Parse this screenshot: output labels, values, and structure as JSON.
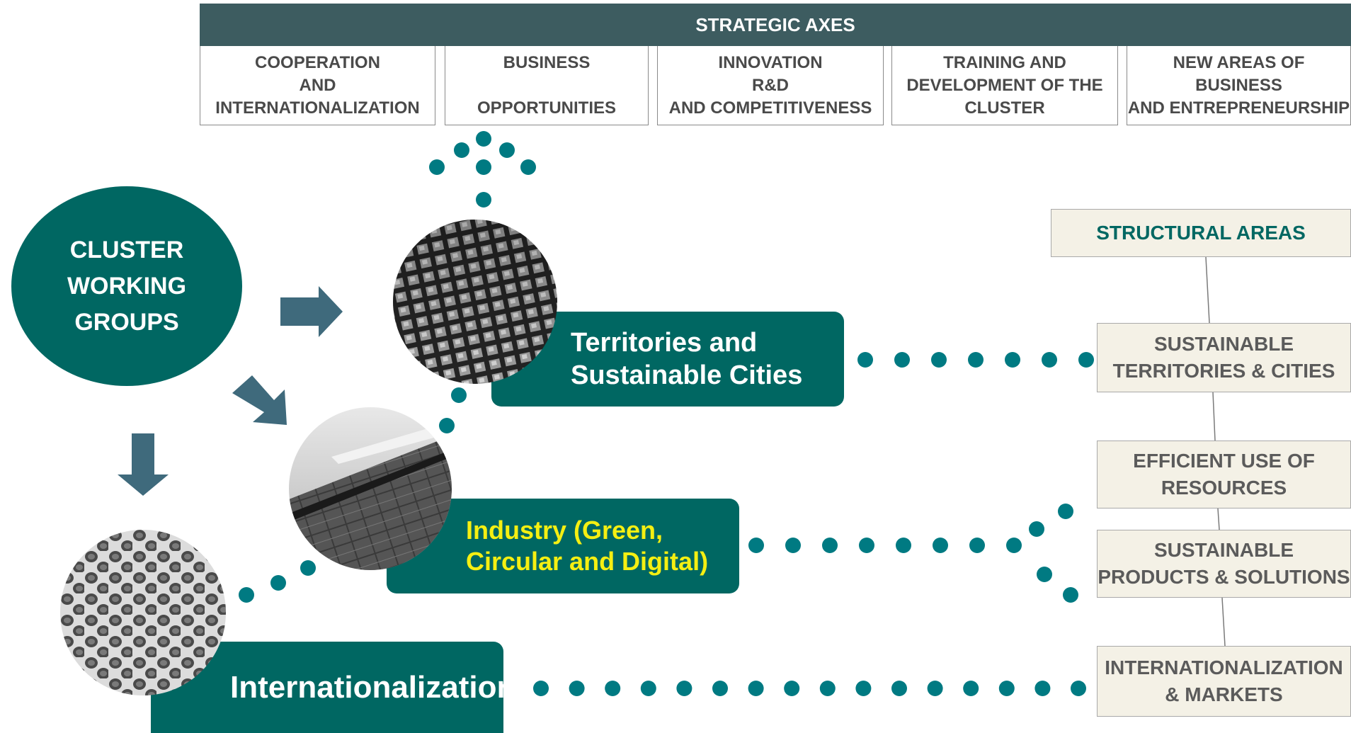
{
  "strategic_axes": {
    "title": "STRATEGIC AXES",
    "axes": [
      "COOPERATION\nAND\nINTERNATIONALIZATION",
      "BUSINESS\n\nOPPORTUNITIES",
      "INNOVATION\nR&D\nAND COMPETITIVENESS",
      "TRAINING AND\nDEVELOPMENT OF THE\nCLUSTER",
      "NEW AREAS OF BUSINESS\nAND ENTREPRENEURSHIP"
    ]
  },
  "cluster": {
    "label": "CLUSTER\nWORKING\nGROUPS"
  },
  "working_groups": [
    {
      "label": "Territories and\nSustainable Cities",
      "text_color": "#ffffff",
      "image_icon": "city-aerial-photo"
    },
    {
      "label": "Industry (Green,\nCircular and Digital)",
      "text_color": "#f5ef12",
      "image_icon": "solar-panel-photo"
    },
    {
      "label": "Internationalization",
      "text_color": "#ffffff",
      "image_icon": "honeycomb-photo"
    }
  ],
  "structural_areas": {
    "title": "STRUCTURAL AREAS",
    "areas": [
      "SUSTAINABLE\nTERRITORIES & CITIES",
      "EFFICIENT USE OF\nRESOURCES",
      "SUSTAINABLE\nPRODUCTS & SOLUTIONS",
      "INTERNATIONALIZATION\n& MARKETS"
    ]
  },
  "colors": {
    "header_bg": "#3d5c60",
    "primary_teal": "#006762",
    "dot_teal": "#007a82",
    "arrow": "#3f6a7c",
    "structural_bg": "#f4f1e6",
    "structural_title": "#006762",
    "highlight_yellow": "#f5ef12"
  }
}
